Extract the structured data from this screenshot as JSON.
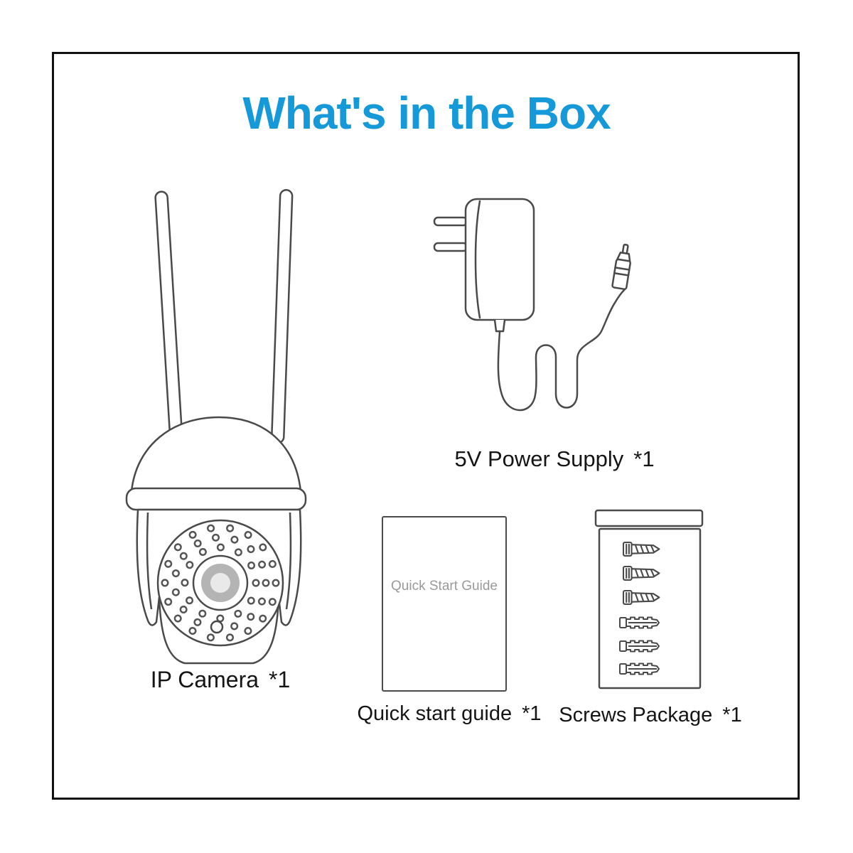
{
  "page": {
    "accent_color": "#1699d8",
    "line_color": "#4a4a4a",
    "background_color": "#ffffff"
  },
  "title": "What's in the Box",
  "items": {
    "camera": {
      "label": "IP Camera",
      "qty": "*1"
    },
    "power": {
      "label": "5V Power Supply",
      "qty": "*1"
    },
    "guide": {
      "label": "Quick start guide",
      "qty": "*1",
      "cover_text": "Quick Start Guide"
    },
    "screws": {
      "label": "Screws Package",
      "qty": "*1"
    }
  }
}
